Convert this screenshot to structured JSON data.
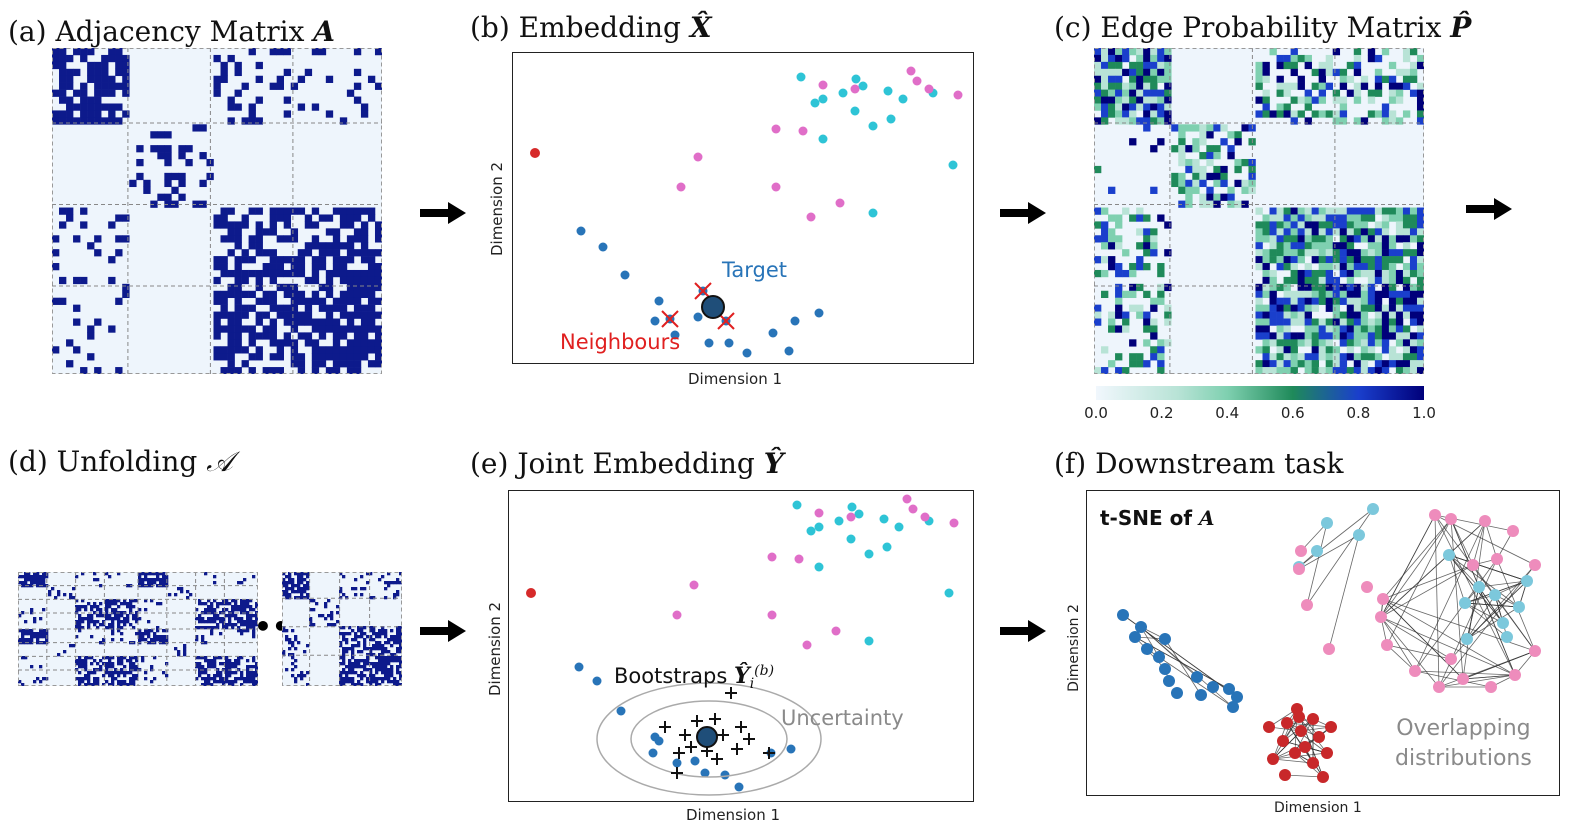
{
  "panels": {
    "a": {
      "title_prefix": "(a) Adjacency Matrix ",
      "title_sym": "A"
    },
    "b": {
      "title_prefix": "(b) Embedding ",
      "title_sym": "X̂",
      "xlabel": "Dimension 1",
      "ylabel": "Dimension 2",
      "target_label": "Target",
      "neighbours_label": "Neighbours"
    },
    "c": {
      "title_prefix": "(c) Edge Probability Matrix ",
      "title_sym": "P̂",
      "colorbar_ticks": [
        "0.0",
        "0.2",
        "0.4",
        "0.6",
        "0.8",
        "1.0"
      ]
    },
    "d": {
      "title_prefix": "(d) Unfolding ",
      "title_sym": "𝒜",
      "ellipsis": "•••"
    },
    "e": {
      "title_prefix": "(e) Joint Embedding ",
      "title_sym": "Ŷ",
      "xlabel": "Dimension 1",
      "ylabel": "Dimension 2",
      "bootstraps_label": "Bootstraps ",
      "bootstraps_sym": "Ŷ",
      "bootstraps_sub": "i",
      "bootstraps_sup": "(b)",
      "uncertainty_label": "Uncertainty"
    },
    "f": {
      "title": "(f) Downstream task",
      "tsne_label": "t-SNE of ",
      "tsne_sym": "A",
      "xlabel": "Dimension 1",
      "ylabel": "Dimension 2",
      "overlap_line1": "Overlapping",
      "overlap_line2": "distributions"
    }
  },
  "colors": {
    "navy": "#0d1a8c",
    "light": "#eef5fc",
    "teal": "#2ec4d6",
    "pink": "#e06ec8",
    "blue": "#2874b8",
    "red": "#d62a2a",
    "target_fill": "#1f4e79",
    "cmap": [
      "#f1f7fd",
      "#b8e3d6",
      "#7fd0b0",
      "#1f8a5a",
      "#1a3fcc",
      "#00007a"
    ]
  }
}
